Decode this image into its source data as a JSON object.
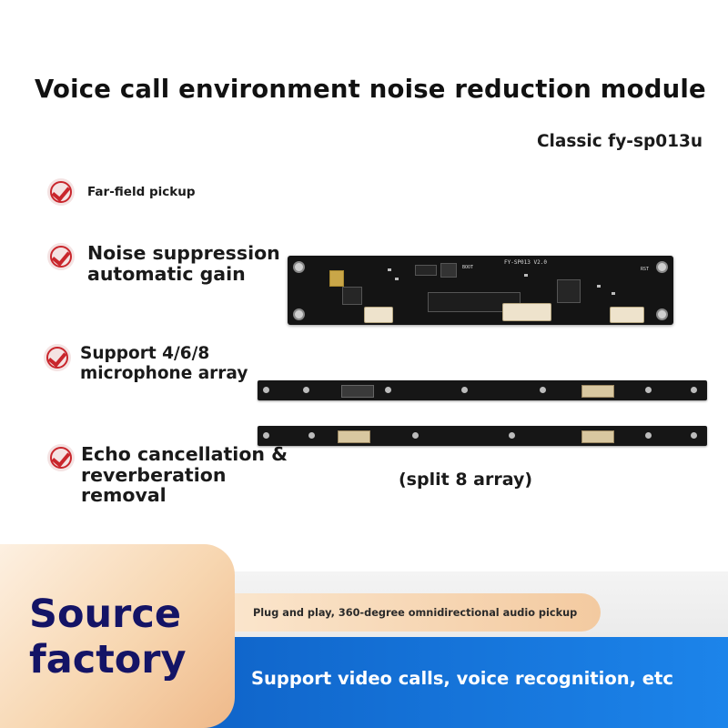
{
  "title": "Voice call environment noise reduction module",
  "subtitle": "Classic fy-sp013u",
  "features": [
    {
      "label": "Far-field pickup"
    },
    {
      "label": "Noise suppression automatic gain"
    },
    {
      "label": "Support 4/6/8 microphone array"
    },
    {
      "label": "Echo cancellation & reverberation removal"
    }
  ],
  "board": {
    "model_label": "FY-SP013 V2.0",
    "boot_label": "BOOT",
    "rst_label": "RST"
  },
  "split_label": "(split 8 array)",
  "banner": {
    "factory_label": "Source factory",
    "pill_text": "Plug and play, 360-degree omnidirectional audio pickup",
    "bottom_text": "Support video calls, voice recognition, etc"
  },
  "colors": {
    "check_red": "#c9262c",
    "banner_blue": "#1470d8",
    "factory_navy": "#141466",
    "pill_orange": "#f3caa0"
  }
}
